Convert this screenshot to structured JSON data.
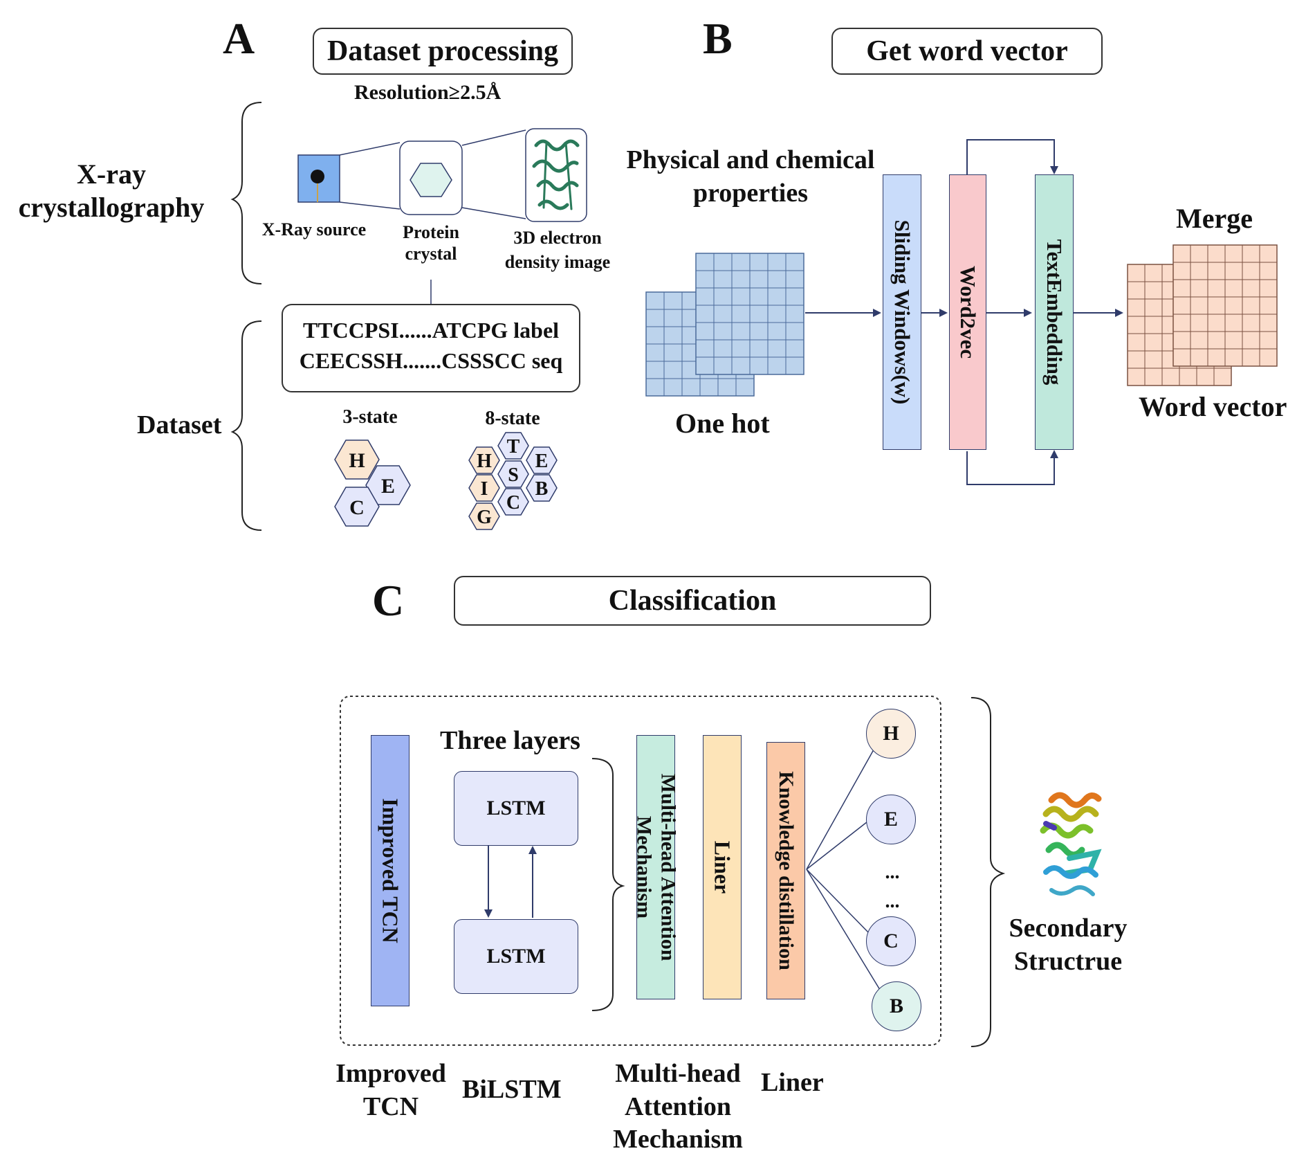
{
  "panelA": {
    "letter": "A",
    "title": "Dataset processing",
    "resolution": "Resolution≥2.5Å",
    "xray_label": "X-ray crystallography",
    "xray_source": "X-Ray source",
    "protein_crystal": "Protein crystal",
    "density_image": "3D electron density image",
    "seq_line1": "TTCCPSI......ATCPG label",
    "seq_line2": "CEECSSH.......CSSSCC seq",
    "dataset_label": "Dataset",
    "state3_label": "3-state",
    "state3": [
      "H",
      "E",
      "C"
    ],
    "state8_label": "8-state",
    "state8": [
      "T",
      "H",
      "E",
      "S",
      "I",
      "B",
      "C",
      "G"
    ]
  },
  "panelB": {
    "letter": "B",
    "title": "Get word vector",
    "properties": "Physical and chemical properties",
    "one_hot": "One hot",
    "sliding": "Sliding Windows(w)",
    "word2vec": "Word2vec",
    "textembedding": "TextEmbedding",
    "merge": "Merge",
    "word_vector": "Word vector"
  },
  "panelC": {
    "letter": "C",
    "title": "Classification",
    "improved_tcn_bar": "Improved TCN",
    "three_layers": "Three layers",
    "lstm_top": "LSTM",
    "lstm_bottom": "LSTM",
    "attention_bar": "Multi-head Attention Mechanism",
    "liner_bar": "Liner",
    "kd_bar": "Knowledge distillation",
    "outputs": [
      "H",
      "E",
      "C",
      "B"
    ],
    "ellipsis": "...",
    "secondary": "Secondary Structrue",
    "bottom_labels": {
      "tcn": "Improved TCN",
      "bilstm": "BiLSTM",
      "attention": "Multi-head Attention Mechanism",
      "liner": "Liner"
    }
  },
  "colors": {
    "cell_blue": "#bcd3ec",
    "cell_peach": "#fbdccb",
    "sliding": "#c9dcfa",
    "word2vec": "#f9c9cc",
    "textembedding": "#bfe8dc",
    "tcn": "#9fb4f3",
    "attention": "#c6ecdf",
    "liner": "#fde4b8",
    "kd": "#fbc9a8",
    "hex_peach": "#fbe7d2",
    "hex_lilac": "#e4e7fb",
    "line": "#2f3b6a"
  }
}
